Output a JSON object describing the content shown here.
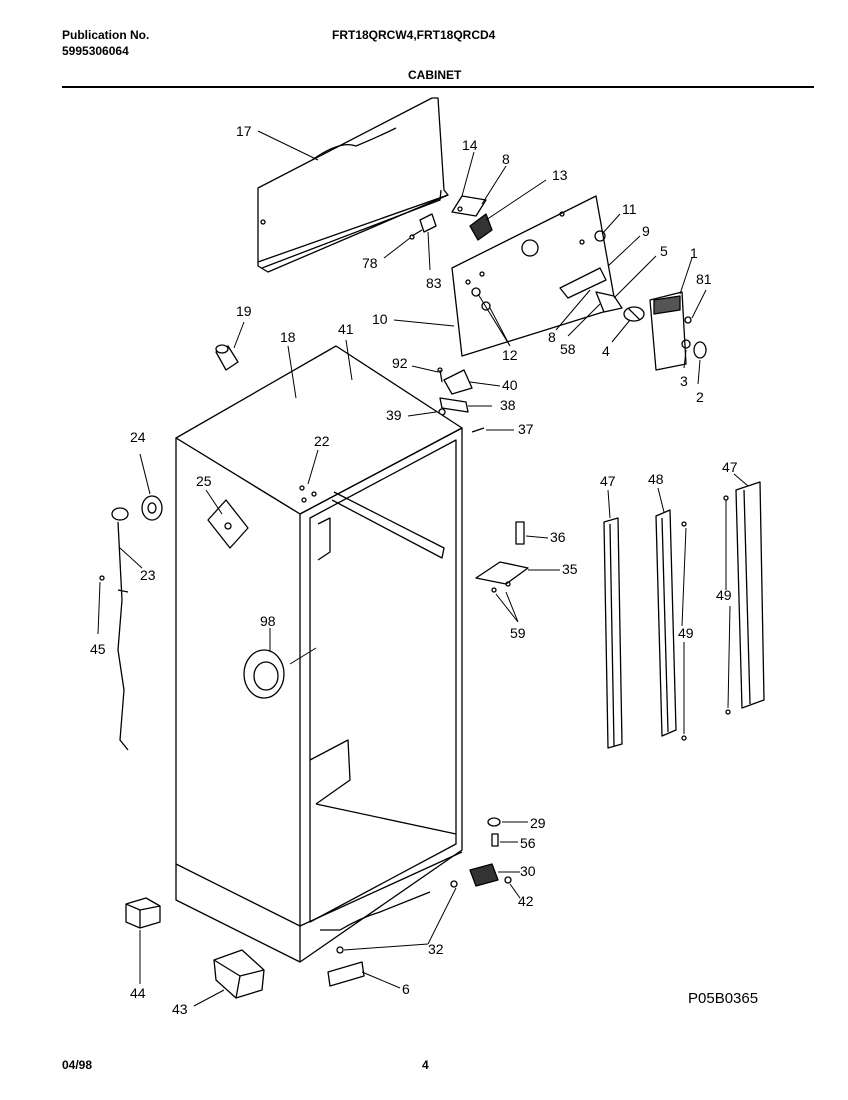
{
  "header": {
    "publication_label": "Publication No.",
    "publication_number": "5995306064",
    "models": "FRT18QRCW4,FRT18QRCD4",
    "section": "CABINET"
  },
  "footer": {
    "date": "04/98",
    "page": "4",
    "drawing_code": "P05B0365"
  },
  "callouts": [
    "17",
    "14",
    "8",
    "13",
    "11",
    "9",
    "78",
    "83",
    "5",
    "1",
    "81",
    "10",
    "12",
    "8",
    "58",
    "4",
    "3",
    "2",
    "19",
    "18",
    "41",
    "92",
    "40",
    "38",
    "39",
    "37",
    "24",
    "22",
    "25",
    "23",
    "45",
    "98",
    "47",
    "48",
    "47",
    "49",
    "49",
    "36",
    "35",
    "59",
    "29",
    "56",
    "30",
    "42",
    "32",
    "44",
    "43",
    "6"
  ]
}
